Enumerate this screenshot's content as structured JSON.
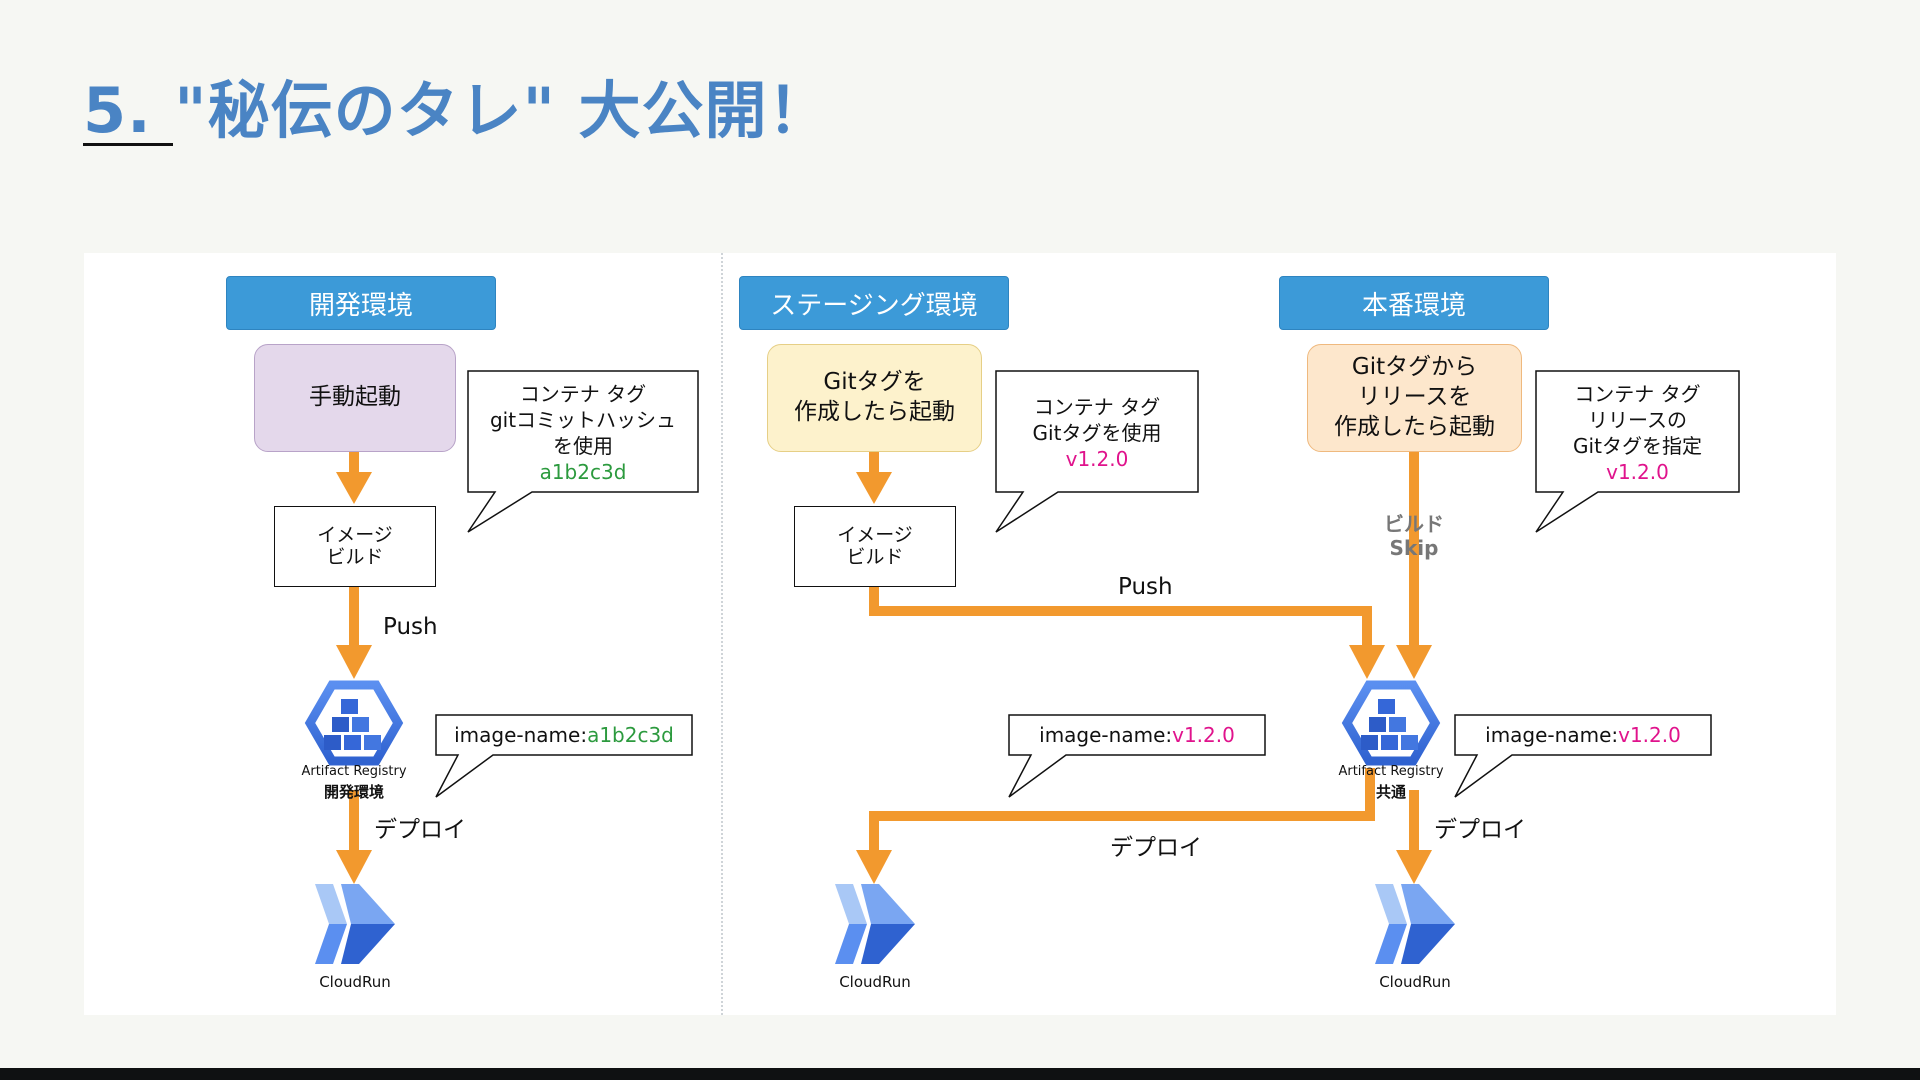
{
  "slide": {
    "title": "5. \"秘伝のタレ\" 大公開！"
  },
  "columns": {
    "dev": {
      "env": "開発環境",
      "trigger": "手動起動"
    },
    "staging": {
      "env": "ステージング環境",
      "trigger": [
        "Gitタグを",
        "作成したら起動"
      ]
    },
    "prod": {
      "env": "本番環境",
      "trigger": [
        "Gitタグから",
        "リリースを",
        "作成したら起動"
      ]
    }
  },
  "build_box": [
    "イメージ",
    "ビルド"
  ],
  "callouts": {
    "dev_tag": [
      "コンテナ タグ",
      "gitコミットハッシュ",
      "を使用"
    ],
    "dev_tag_value": "a1b2c3d",
    "staging_tag": [
      "コンテナ タグ",
      "Gitタグを使用"
    ],
    "staging_tag_value": "v1.2.0",
    "prod_tag": [
      "コンテナ タグ",
      "リリースの",
      "Gitタグを指定"
    ],
    "prod_tag_value": "v1.2.0",
    "image_name_prefix": "image-name:",
    "dev_image_value": "a1b2c3d",
    "staging_image_value": "v1.2.0",
    "prod_image_value": "v1.2.0"
  },
  "arrows": {
    "push": "Push",
    "deploy": "デプロイ",
    "build_skip": [
      "ビルド",
      "Skip"
    ]
  },
  "registry": {
    "name": "Artifact Registry",
    "dev_label": "開発環境",
    "shared_label": "共通"
  },
  "cloudrun": "CloudRun",
  "colors": {
    "accent": "#4a84c4",
    "arrow": "#f2992e",
    "env_header": "#3c9ad8",
    "dev_trigger": "#e4d8eb",
    "staging_trigger": "#fdf2cc",
    "prod_trigger": "#fde7cc",
    "green_value": "#2c9a3e",
    "pink_value": "#e0138c"
  }
}
